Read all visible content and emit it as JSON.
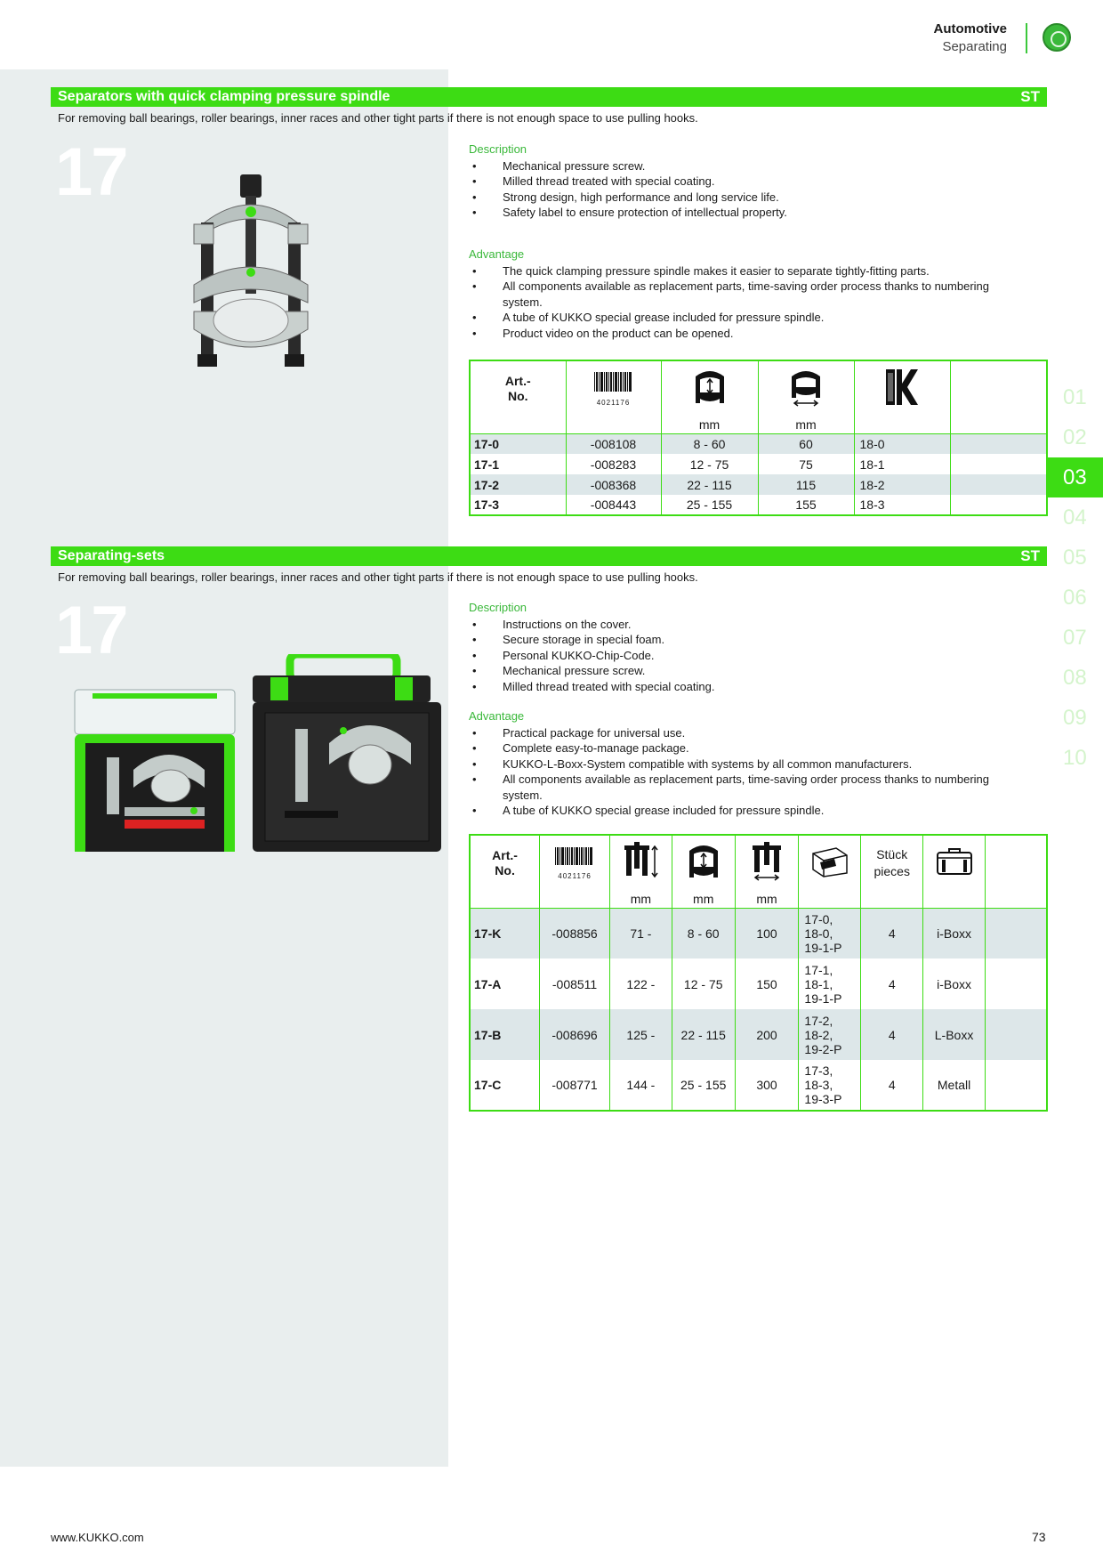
{
  "header": {
    "category": "Automotive",
    "subcategory": "Separating"
  },
  "side_nav": [
    "01",
    "02",
    "03",
    "04",
    "05",
    "06",
    "07",
    "08",
    "09",
    "10"
  ],
  "side_nav_active": "03",
  "section1": {
    "title": "Separators with quick clamping pressure spindle",
    "code": "ST",
    "intro": "For removing ball bearings, roller bearings, inner races and other tight parts if there is not enough space to use pulling hooks.",
    "number": "17",
    "description_heading": "Description",
    "description": [
      "Mechanical pressure screw.",
      "Milled thread treated with special coating.",
      "Strong design, high performance and long service life.",
      "Safety label to ensure protection of intellectual property."
    ],
    "advantage_heading": "Advantage",
    "advantage": [
      "The quick clamping pressure spindle makes it easier to separate tightly-fitting parts.",
      "All components available as replacement parts, time-saving order process thanks to numbering system.",
      "A tube of KUKKO special grease included for pressure spindle.",
      "Product video on the product can be opened."
    ],
    "table": {
      "art_label": "Art.-",
      "no_label": "No.",
      "barcode_text": "4021176",
      "units": [
        "",
        "",
        "mm",
        "mm",
        "",
        ""
      ],
      "rows": [
        [
          "17-0",
          "-008108",
          "8 - 60",
          "60",
          "18-0"
        ],
        [
          "17-1",
          "-008283",
          "12 - 75",
          "75",
          "18-1"
        ],
        [
          "17-2",
          "-008368",
          "22 - 115",
          "115",
          "18-2"
        ],
        [
          "17-3",
          "-008443",
          "25 - 155",
          "155",
          "18-3"
        ]
      ]
    }
  },
  "section2": {
    "title": "Separating-sets",
    "code": "ST",
    "intro": "For removing ball bearings, roller bearings, inner races and other tight parts if there is not enough space to use pulling hooks.",
    "number": "17",
    "description_heading": "Description",
    "description": [
      "Instructions on the cover.",
      "Secure storage in special foam.",
      "Personal KUKKO-Chip-Code.",
      "Mechanical pressure screw.",
      "Milled thread treated with special coating."
    ],
    "advantage_heading": "Advantage",
    "advantage": [
      "Practical package for universal use.",
      "Complete easy-to-manage package.",
      "KUKKO-L-Boxx-System compatible with systems by all common manufacturers.",
      "All components available as replacement parts, time-saving order process thanks to numbering system.",
      "A tube of KUKKO special grease included for pressure spindle."
    ],
    "table": {
      "art_label": "Art.-",
      "no_label": "No.",
      "barcode_text": "4021176",
      "pieces_label_1": "Stück",
      "pieces_label_2": "pieces",
      "unit_mm": "mm",
      "rows": [
        [
          "17-K",
          "-008856",
          "71 -",
          "8 - 60",
          "100",
          "17-0,",
          "18-0,",
          "19-1-P",
          "4",
          "i-Boxx"
        ],
        [
          "17-A",
          "-008511",
          "122 -",
          "12 - 75",
          "150",
          "17-1,",
          "18-1,",
          "19-1-P",
          "4",
          "i-Boxx"
        ],
        [
          "17-B",
          "-008696",
          "125 -",
          "22 - 115",
          "200",
          "17-2,",
          "18-2,",
          "19-2-P",
          "4",
          "L-Boxx"
        ],
        [
          "17-C",
          "-008771",
          "144 -",
          "25 - 155",
          "300",
          "17-3,",
          "18-3,",
          "19-3-P",
          "4",
          "Metall"
        ]
      ]
    }
  },
  "footer": {
    "url": "www.KUKKO.com",
    "page": "73"
  },
  "colors": {
    "brand_green": "#3ddc14",
    "panel_bg": "#e9eeee",
    "row_alt": "#dde7e9"
  }
}
